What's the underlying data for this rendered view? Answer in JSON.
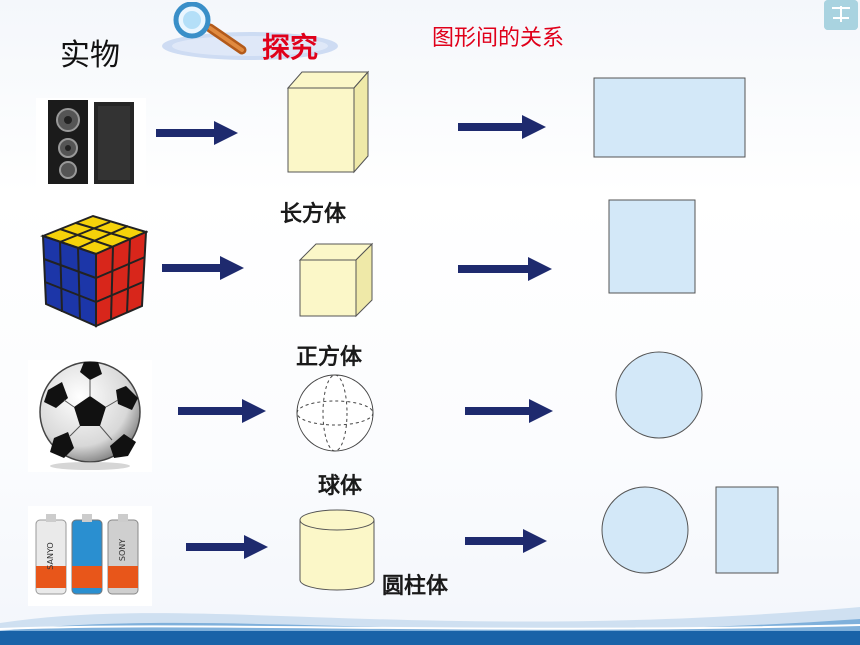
{
  "header": {
    "left_title": "实物",
    "explore_title": "探究",
    "relation_title": "图形间的关系"
  },
  "rows": [
    {
      "object": "speakers",
      "solid_label": "长方体",
      "solid": "cuboid",
      "plane": [
        "rectangle"
      ]
    },
    {
      "object": "rubik-cube",
      "solid_label": "正方体",
      "solid": "cube",
      "plane": [
        "square"
      ]
    },
    {
      "object": "soccer-ball",
      "solid_label": "球体",
      "solid": "sphere",
      "plane": [
        "circle"
      ]
    },
    {
      "object": "batteries",
      "solid_label": "圆柱体",
      "solid": "cylinder",
      "plane": [
        "circle",
        "rectangle"
      ]
    }
  ],
  "colors": {
    "arrow": "#1e2a6e",
    "solid_fill": "#fbf7c8",
    "plane_fill": "#d3e8f8",
    "title_red": "#e0001a",
    "footer_blue": "#1a63a8"
  },
  "battery_brands": [
    "SANYO",
    "SONY"
  ]
}
